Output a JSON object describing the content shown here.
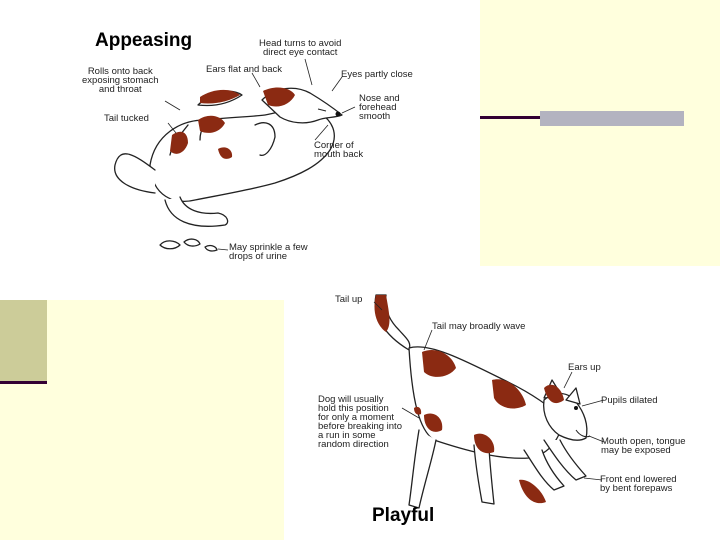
{
  "colors": {
    "cream": "#ffffdd",
    "olive": "#cccc99",
    "dark_line": "#330033",
    "gray_bar": "#b3b3c0",
    "patch_brown": "#8b2a12"
  },
  "slide": {
    "appeasing": {
      "title": "Appeasing",
      "labels": {
        "head_turns": "Head turns to avoid\ndirect eye contact",
        "ears_flat": "Ears flat and back",
        "eyes_close": "Eyes partly close",
        "rolls_back": "Rolls onto back\nexposing stomach\nand throat",
        "nose_forehead": "Nose and\nforehead\nsmooth",
        "tail_tucked": "Tail tucked",
        "mouth_back": "Corner of\nmouth back",
        "urine": "May sprinkle a few\ndrops of urine"
      }
    },
    "playful": {
      "title": "Playful",
      "labels": {
        "tail_up": "Tail up",
        "tail_wave": "Tail may broadly wave",
        "ears_up": "Ears up",
        "pupils": "Pupils dilated",
        "position": "Dog will usually\nhold this position\nfor only a moment\nbefore breaking into\na run in some\nrandom direction",
        "mouth_open": "Mouth open, tongue\nmay be exposed",
        "front_end": "Front end lowered\nby bent forepaws"
      }
    }
  }
}
